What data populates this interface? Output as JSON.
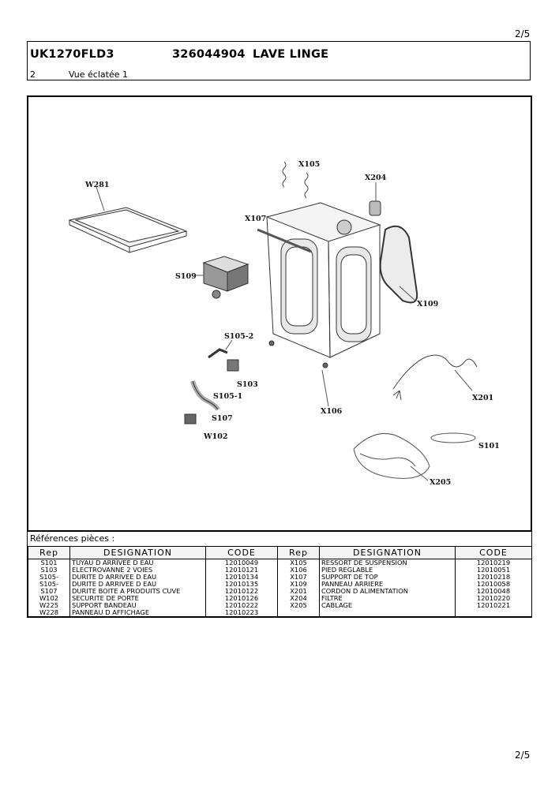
{
  "page_number_top": "2/5",
  "page_number_bottom": "2/5",
  "header": {
    "model": "UK1270FLD3",
    "code": "326044904",
    "product": "LAVE LINGE",
    "section_number": "2",
    "section_title": "Vue éclatée 1"
  },
  "diagram": {
    "labels": {
      "w281": "W281",
      "x105": "X105",
      "x204": "X204",
      "x107": "X107",
      "s109": "S109",
      "x109": "X109",
      "s105_2": "S105-2",
      "s103": "S103",
      "s105_1": "S105-1",
      "x106": "X106",
      "x201": "X201",
      "s107": "S107",
      "w102": "W102",
      "s101": "S101",
      "x205": "X205"
    }
  },
  "references": {
    "title": "Références pièces  :",
    "headers": {
      "rep1": "Rep",
      "designation1": "DESIGNATION",
      "code1": "CODE",
      "rep2": "Rep",
      "designation2": "DESIGNATION",
      "code2": "CODE"
    },
    "rows": [
      {
        "rep1": "S101",
        "des1": "TUYAU D ARRIVEE D EAU",
        "code1": "12010049",
        "rep2": "X105",
        "des2": "RESSORT DE  SUSPENSION",
        "code2": "12010219"
      },
      {
        "rep1": "S103",
        "des1": "ELECTROVANNE 2 VOIES",
        "code1": "12010121",
        "rep2": "X106",
        "des2": "PIED REGLABLE",
        "code2": "12010051"
      },
      {
        "rep1": "S105-",
        "des1": "DURITE D ARRIVEE D EAU",
        "code1": "12010134",
        "rep2": "X107",
        "des2": "SUPPORT DE TOP",
        "code2": "12010218"
      },
      {
        "rep1": "S105-",
        "des1": "DURITE D ARRIVEE D EAU",
        "code1": "12010135",
        "rep2": "X109",
        "des2": "PANNEAU ARRIERE",
        "code2": "12010058"
      },
      {
        "rep1": "S107",
        "des1": "DURITE BOITE A PRODUITS CUVE",
        "code1": "12010122",
        "rep2": "X201",
        "des2": "CORDON D ALIMENTATION",
        "code2": "12010048"
      },
      {
        "rep1": "W102",
        "des1": "SECURITE DE PORTE",
        "code1": "12010126",
        "rep2": "X204",
        "des2": "FILTRE",
        "code2": "12010220"
      },
      {
        "rep1": "W225",
        "des1": "SUPPORT BANDEAU",
        "code1": "12010222",
        "rep2": "X205",
        "des2": "CABLAGE",
        "code2": "12010221"
      },
      {
        "rep1": "W228",
        "des1": "PANNEAU D AFFICHAGE",
        "code1": "12010223",
        "rep2": "",
        "des2": "",
        "code2": ""
      }
    ]
  }
}
